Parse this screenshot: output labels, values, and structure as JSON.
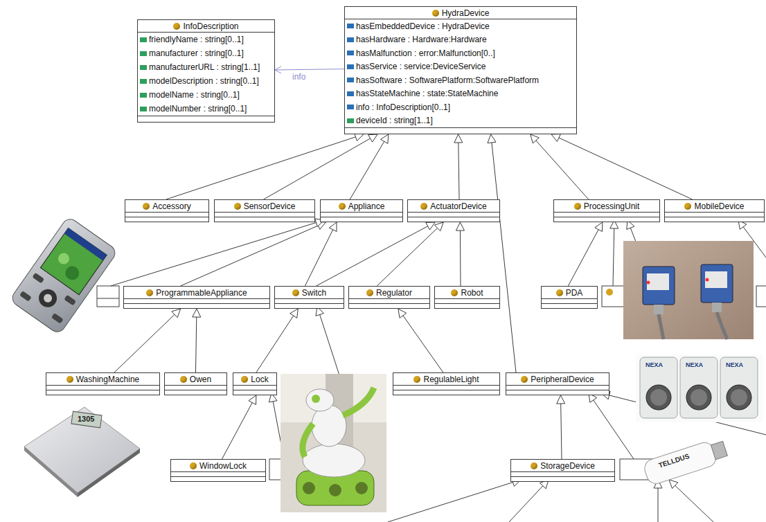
{
  "diagram": {
    "nodes": [
      {
        "text": [
          "InfoDescription",
          "friendlyName : string[0..1]",
          "manufacturer : string[0..1]",
          "manufacturerURL : string[1..1]",
          "modelDescription : string[0..1]",
          "modelName : string[0..1]",
          "modelNumber : string[0..1]"
        ]
      },
      {
        "text": [
          "HydraDevice",
          "hasEmbeddedDevice : HydraDevice",
          "hasHardware : Hardware:Hardware",
          "hasMalfunction : error:Malfunction[0..]",
          "hasService : service:DeviceService",
          "hasSoftware : SoftwarePlatform:SoftwarePlatform",
          "hasStateMachine : state:StateMachine",
          "info : InfoDescription[0..1]",
          "deviceId : string[1..1]"
        ]
      },
      {
        "text": [
          "Accessory"
        ]
      },
      {
        "text": [
          "SensorDevice"
        ]
      },
      {
        "text": [
          "Appliance"
        ]
      },
      {
        "text": [
          "ActuatorDevice"
        ]
      },
      {
        "text": [
          "ProcessingUnit"
        ]
      },
      {
        "text": [
          "MobileDevice"
        ]
      },
      {
        "text": [
          "ProgrammableAppliance"
        ]
      },
      {
        "text": [
          "Switch"
        ]
      },
      {
        "text": [
          "Regulator"
        ]
      },
      {
        "text": [
          "Robot"
        ]
      },
      {
        "text": [
          "PDA"
        ]
      },
      {
        "text": [
          "WashingMachine"
        ]
      },
      {
        "text": [
          "Owen"
        ]
      },
      {
        "text": [
          "Lock"
        ]
      },
      {
        "text": [
          "RegulableLight"
        ]
      },
      {
        "text": [
          "PeripheralDevice"
        ]
      },
      {
        "text": [
          "WindowLock"
        ]
      },
      {
        "text": [
          "StorageDevice"
        ]
      }
    ],
    "edges": [
      {
        "from": 1,
        "to": 0,
        "arrow": "to",
        "label": "info"
      },
      {
        "from": 2,
        "to": 1,
        "arrow": "to"
      },
      {
        "from": 3,
        "to": 1,
        "arrow": "to"
      },
      {
        "from": 4,
        "to": 1,
        "arrow": "to"
      },
      {
        "from": 5,
        "to": 1,
        "arrow": "to"
      },
      {
        "from": 17,
        "to": 1,
        "arrow": "to"
      },
      {
        "from": 6,
        "to": 1,
        "arrow": "to"
      },
      {
        "from": 7,
        "to": 1,
        "arrow": "to"
      },
      {
        "from": 8,
        "to": 4,
        "arrow": "to"
      },
      {
        "from": 9,
        "to": 4,
        "arrow": "to"
      },
      {
        "from": 9,
        "to": 5,
        "arrow": "to"
      },
      {
        "from": 10,
        "to": 5,
        "arrow": "to"
      },
      {
        "from": 11,
        "to": 5,
        "arrow": "to"
      },
      {
        "from": 12,
        "to": 6,
        "arrow": "to"
      },
      {
        "from": 13,
        "to": 8,
        "arrow": "to"
      },
      {
        "from": 14,
        "to": 8,
        "arrow": "to"
      },
      {
        "from": 15,
        "to": 9,
        "arrow": "to"
      },
      {
        "from": 16,
        "to": 10,
        "arrow": "to"
      },
      {
        "from": 18,
        "to": 15,
        "arrow": "to"
      },
      {
        "from": 19,
        "to": 17,
        "arrow": "to"
      }
    ],
    "labels": [
      "1305",
      "NEXA",
      "NEXA",
      "NEXA",
      "TELLDUS"
    ]
  }
}
